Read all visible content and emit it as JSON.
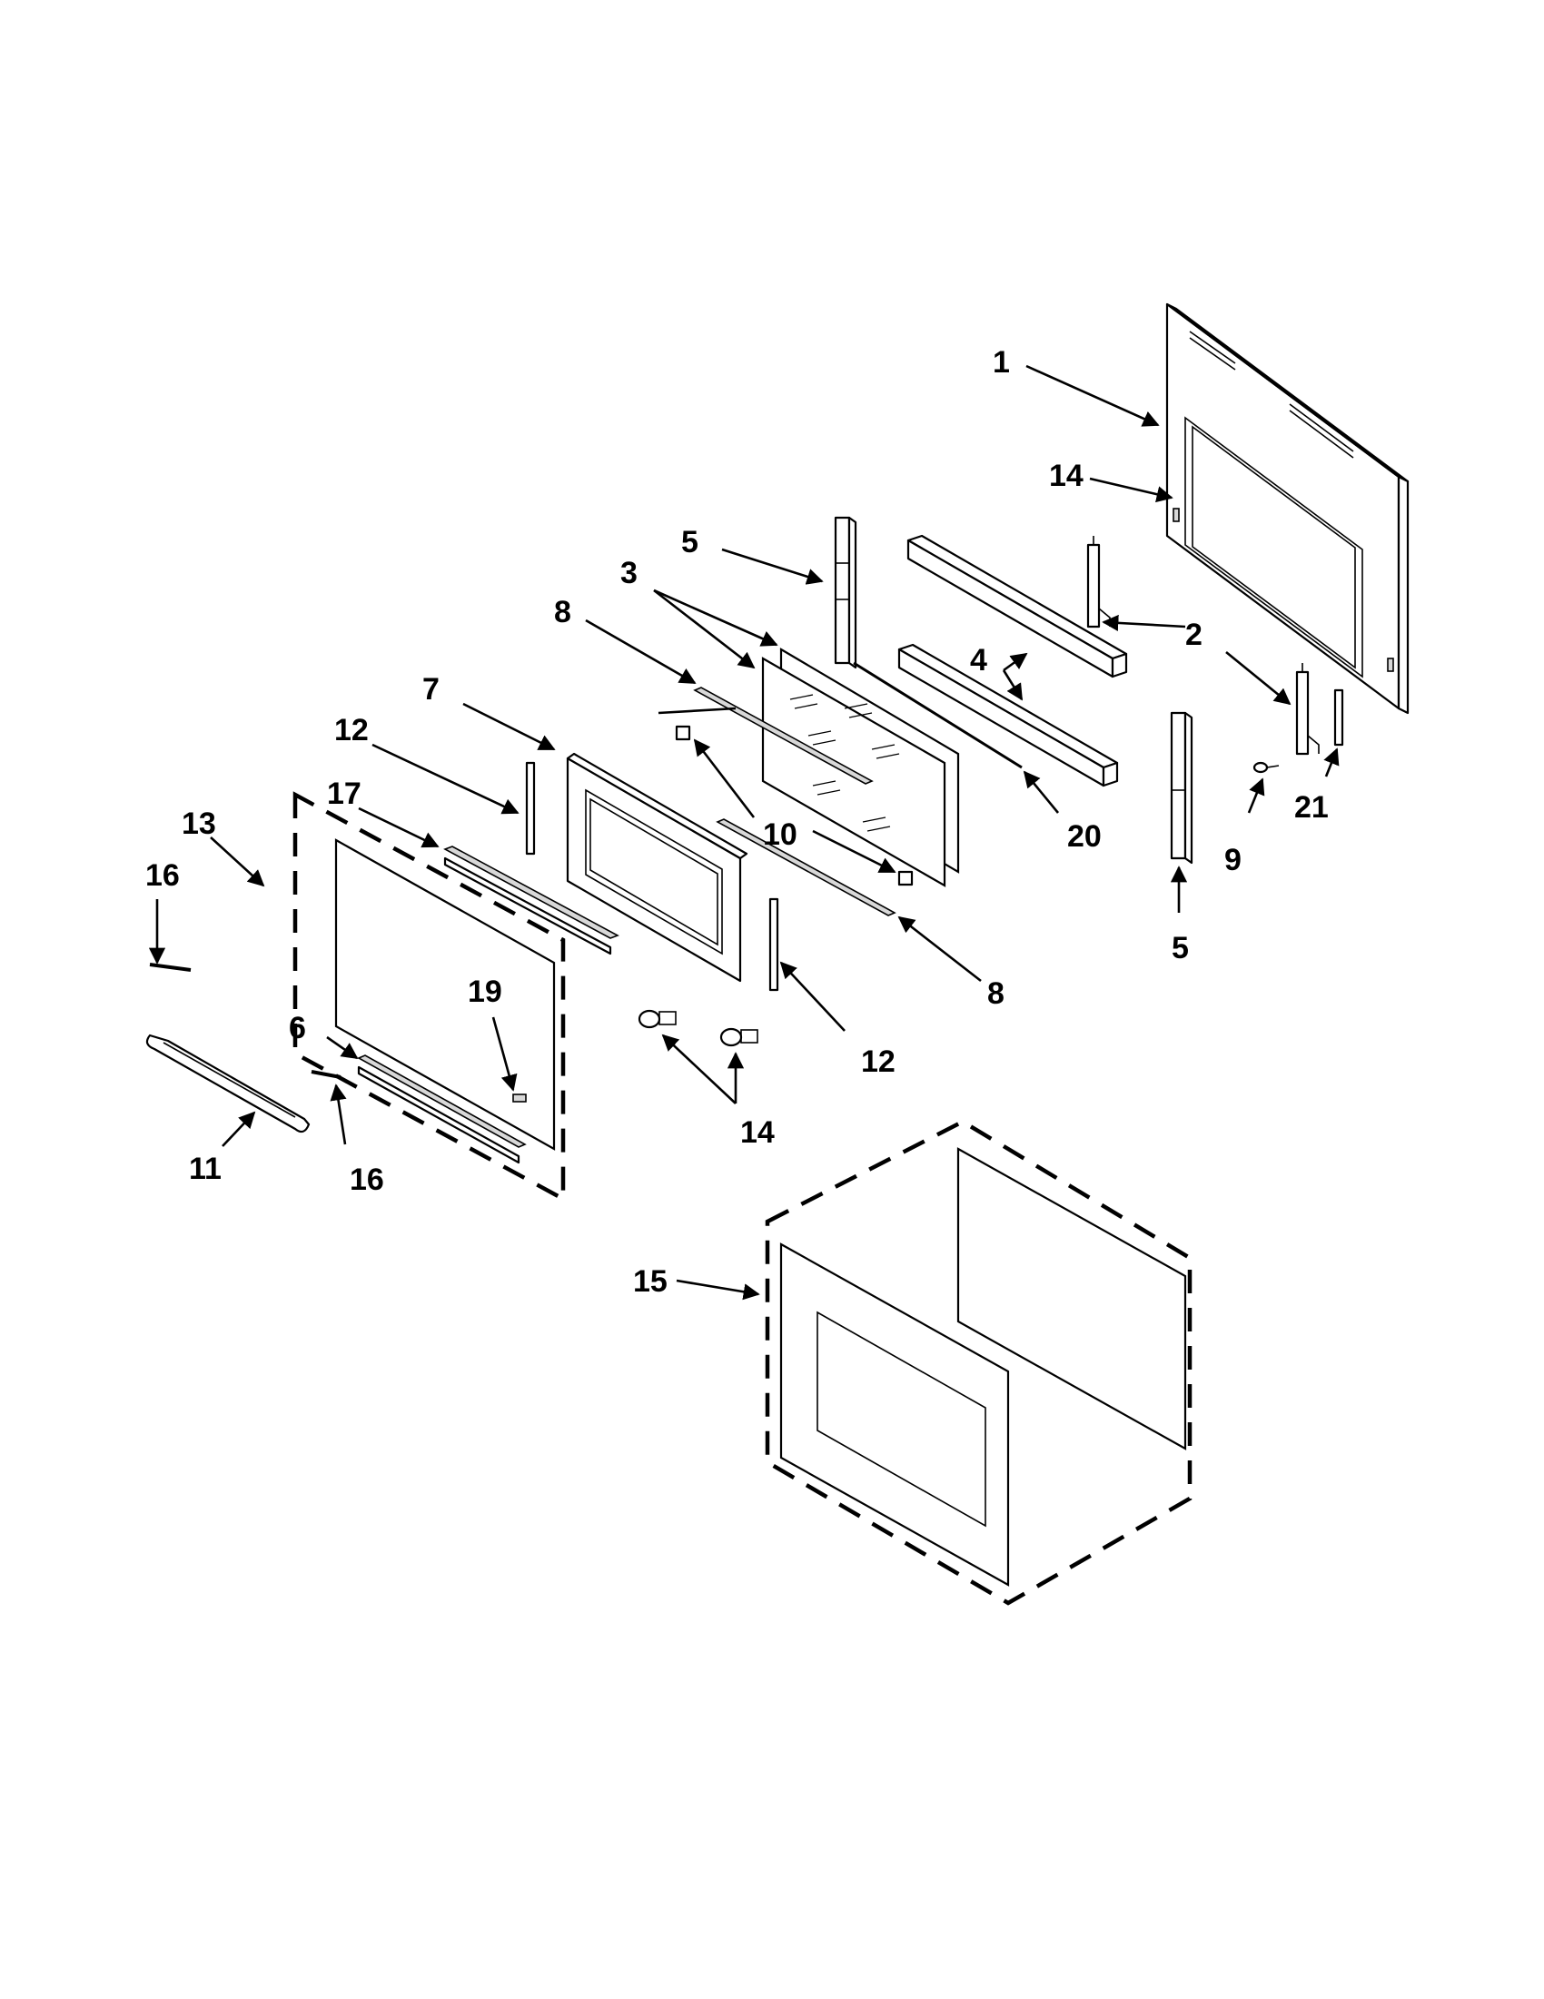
{
  "callouts": [
    {
      "id": "c1",
      "label": "1"
    },
    {
      "id": "c14a",
      "label": "14"
    },
    {
      "id": "c5a",
      "label": "5"
    },
    {
      "id": "c3",
      "label": "3"
    },
    {
      "id": "c2",
      "label": "2"
    },
    {
      "id": "c8a",
      "label": "8"
    },
    {
      "id": "c4",
      "label": "4"
    },
    {
      "id": "c7",
      "label": "7"
    },
    {
      "id": "c12a",
      "label": "12"
    },
    {
      "id": "c17",
      "label": "17"
    },
    {
      "id": "c10",
      "label": "10"
    },
    {
      "id": "c20",
      "label": "20"
    },
    {
      "id": "c21",
      "label": "21"
    },
    {
      "id": "c9",
      "label": "9"
    },
    {
      "id": "c13",
      "label": "13"
    },
    {
      "id": "c16a",
      "label": "16"
    },
    {
      "id": "c5b",
      "label": "5"
    },
    {
      "id": "c8b",
      "label": "8"
    },
    {
      "id": "c12b",
      "label": "12"
    },
    {
      "id": "c6",
      "label": "6"
    },
    {
      "id": "c19",
      "label": "19"
    },
    {
      "id": "c14b",
      "label": "14"
    },
    {
      "id": "c11",
      "label": "11"
    },
    {
      "id": "c16b",
      "label": "16"
    },
    {
      "id": "c15",
      "label": "15"
    }
  ]
}
